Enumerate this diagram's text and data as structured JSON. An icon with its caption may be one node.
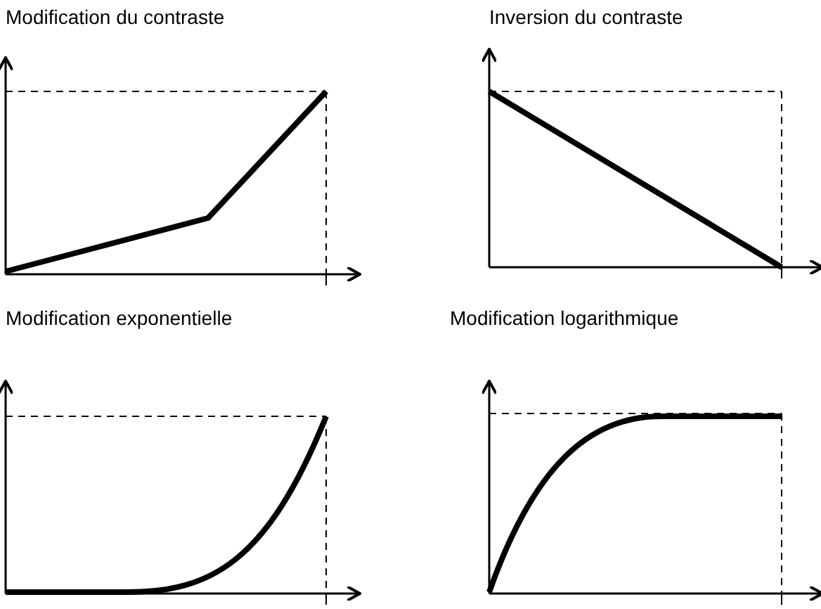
{
  "diagram": {
    "labels": [
      "Modification du contraste",
      "Inversion du contraste",
      "Modification exponentielle",
      "Modification logarithmique"
    ]
  }
}
